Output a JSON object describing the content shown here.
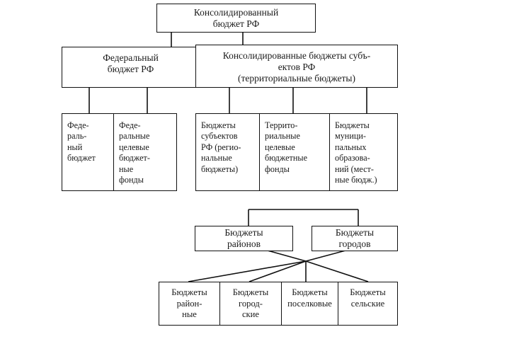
{
  "diagram": {
    "title": "Консолидированный бюджет РФ",
    "type": "hierarchy-tree",
    "language": "ru",
    "colors": {
      "background": "#ffffff",
      "box_border": "#111111",
      "connector": "#111111",
      "text": "#1a1a1a"
    },
    "nodes": {
      "root": "Консолидированный\nбюджет РФ",
      "federal_budget_rf": "Федеральный\nбюджет РФ",
      "consolidated_subjects": "Консолидированные бюджеты субъ-\nектов РФ\n(территориальные бюджеты)",
      "federal_budget_leaf": "Феде-\nраль-\nный\nбюджет",
      "federal_target_funds": "Феде-\nральные\nцелевые\nбюджет-\nные\nфонды",
      "subject_budgets": "Бюджеты\nсубъектов\nРФ (регио-\nнальные\nбюджеты)",
      "territorial_target_funds": "Террито-\nриальные\nцелевые\nбюджетные\nфонды",
      "municipal_budgets": "Бюджеты\nмуници-\nпальных\nобразова-\nний (мест-\nные бюдж.)",
      "district_budgets": "Бюджеты\nрайонов",
      "city_budgets": "Бюджеты\nгородов",
      "raion_budgets": "Бюджеты\nрайон-\nные",
      "gorod_budgets": "Бюджеты\nгород-\nские",
      "settlement_budgets": "Бюджеты\nпоселковые",
      "rural_budgets": "Бюджеты\nсельские"
    }
  }
}
